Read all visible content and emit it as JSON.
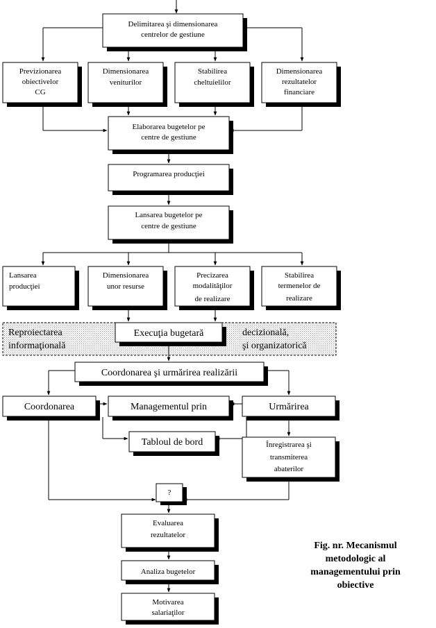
{
  "nodes": {
    "delimitarea": [
      "Delimitarea şi dimensionarea",
      "centrelor de gestiune"
    ],
    "previzionarea": [
      "Previzionarea",
      "obiectivelor",
      "CG"
    ],
    "dim_venit": [
      "Dimensionarea",
      "veniturilor"
    ],
    "stab_chelt": [
      "Stabilirea",
      "cheltuielilor"
    ],
    "dim_rezult": [
      "Dimensionarea",
      "rezultatelor",
      "financiare"
    ],
    "elaborarea": [
      "Elaborarea bugetelor pe",
      "centre de gestiune"
    ],
    "programarea": [
      "Programarea producţiei"
    ],
    "lansarea_bug": [
      "Lansarea bugetelor pe",
      "centre de gestiune"
    ],
    "lansarea_prod": [
      "Lansarea",
      "producţiei"
    ],
    "dim_resurse": [
      "Dimensionarea",
      "unor resurse"
    ],
    "precizarea": [
      "Precizarea",
      "modalităţilor",
      "de realizare"
    ],
    "stab_termen": [
      "Stabilirea",
      "termenelor de",
      "realizare"
    ],
    "reproiect_left": [
      "Reproiectarea",
      "informaţională"
    ],
    "reproiect_right": [
      "decizională,",
      "şi organizatorică"
    ],
    "executia": [
      "Execuţia bugetară"
    ],
    "coordonarea_urm": [
      "Coordonarea şi urmărirea realizării"
    ],
    "coordonarea": [
      "Coordonarea"
    ],
    "managementul": [
      "Managementul prin"
    ],
    "urmarirea": [
      "Urmărirea"
    ],
    "tabloul": [
      "Tabloul de bord"
    ],
    "inregistrarea": [
      "Înregistrarea şi",
      "transmiterea",
      "abaterilor"
    ],
    "q": [
      "?"
    ],
    "evaluarea": [
      "Evaluarea",
      "rezultatelor"
    ],
    "analiza": [
      "Analiza bugetelor"
    ],
    "motivarea": [
      "Motivarea",
      "salariaţilor"
    ]
  },
  "caption": [
    "Fig. nr.   Mecanismul",
    "metodologic al",
    "managementului prin",
    "obiective"
  ]
}
